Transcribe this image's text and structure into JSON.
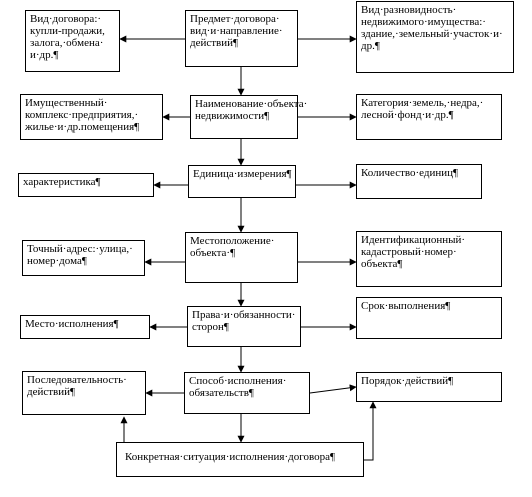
{
  "boxes": {
    "contract_type": "Вид·договора:·\nкупли-продажи,\nзалога,·обмена·\nи·др.¶",
    "subject": "Предмет·договора·\nвид·и·направление·\nдействий¶",
    "property_kind": "Вид·разновидность·\nнедвижимого·имущества:·\nздание,·земельный·участок·и·\nдр.¶",
    "property_complex": "Имущественный·\nкомплекс·предприятия,·\nжилье·и·др.помещения¶",
    "object_name": "Наименование·объекта·\nнедвижимости¶",
    "land_category": "Категория·земель,·недра,·\nлесной·фонд·и·др.¶",
    "characteristic": "характеристика¶",
    "unit": "Единица·измерения¶",
    "quantity": "Количество·единиц¶",
    "address": "Точный·адрес:·улица,·\nномер·дома¶",
    "location": "Местоположение·\nобъекта·¶",
    "cadastral": "Идентификационный·\nкадастровый·номер·\nобъекта¶",
    "place": "Место·исполнения¶",
    "rights": "Права·и·обязанности·\nсторон¶",
    "term": "Срок·выполнения¶",
    "sequence": "Последовательность·\nдействий¶",
    "method": "Способ·исполнения·\nобязательств¶",
    "order": "Порядок·действий¶",
    "situation": "Конкретная·ситуация·исполнения·договора¶"
  }
}
